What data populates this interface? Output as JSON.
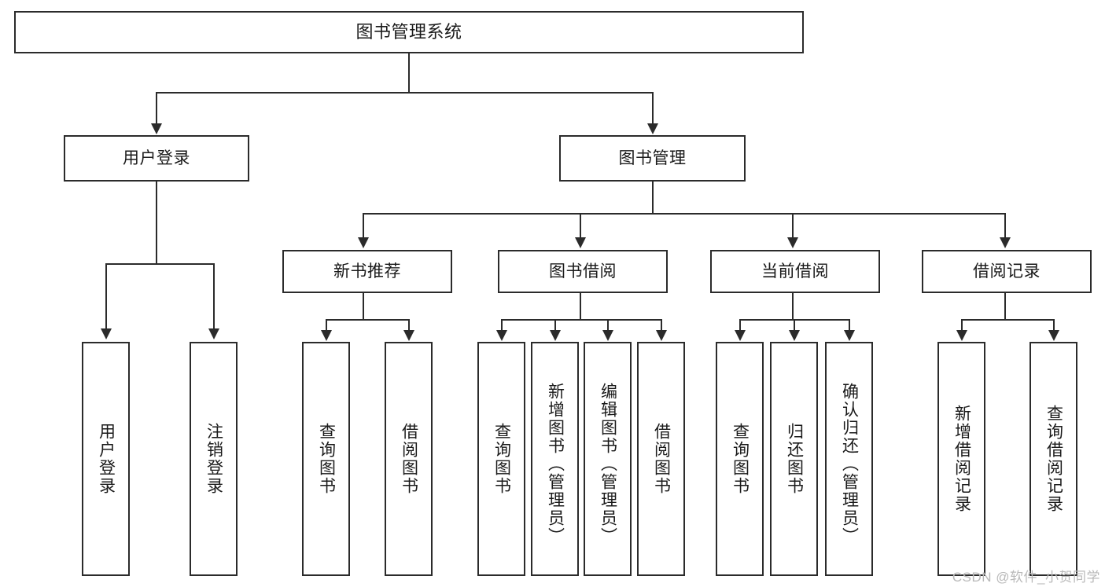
{
  "diagram": {
    "type": "tree",
    "title": "图书管理系统",
    "root": {
      "label": "图书管理系统"
    },
    "level2": [
      {
        "label": "用户登录"
      },
      {
        "label": "图书管理"
      }
    ],
    "level3": [
      {
        "label": "新书推荐"
      },
      {
        "label": "图书借阅"
      },
      {
        "label": "当前借阅"
      },
      {
        "label": "借阅记录"
      }
    ],
    "leaves": {
      "user_login": [
        {
          "label": "用户登录"
        },
        {
          "label": "注销登录"
        }
      ],
      "new_book_recommend": [
        {
          "label": "查询图书"
        },
        {
          "label": "借阅图书"
        }
      ],
      "book_borrow": [
        {
          "label": "查询图书"
        },
        {
          "label": "新增图书（管理员）"
        },
        {
          "label": "编辑图书（管理员）"
        },
        {
          "label": "借阅图书"
        }
      ],
      "current_borrow": [
        {
          "label": "查询图书"
        },
        {
          "label": "归还图书"
        },
        {
          "label": "确认归还（管理员）"
        }
      ],
      "borrow_record": [
        {
          "label": "新增借阅记录"
        },
        {
          "label": "查询借阅记录"
        }
      ]
    }
  },
  "watermark": {
    "text": "CSDN @软件_小贺同学"
  },
  "colors": {
    "stroke": "#2b2b2b",
    "background": "#ffffff",
    "text": "#1a1a1a",
    "watermark": "#b9b9b9"
  }
}
